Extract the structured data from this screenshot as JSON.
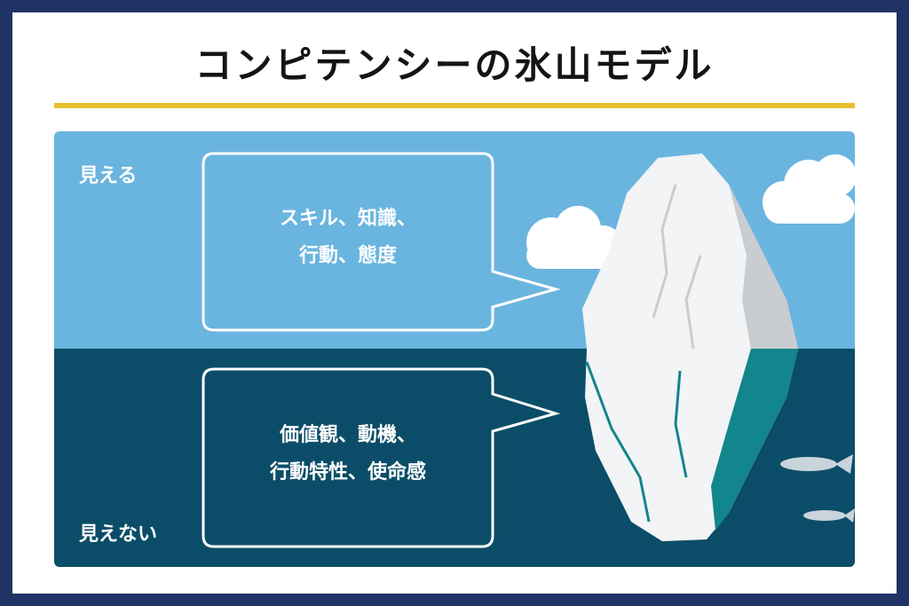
{
  "title": "コンピテンシーの氷山モデル",
  "labels": {
    "visible": "見える",
    "invisible": "見えない"
  },
  "callouts": {
    "above": {
      "line1": "スキル、知識、",
      "line2": "行動、態度"
    },
    "below": {
      "line1": "価値観、動機、",
      "line2": "行動特性、使命感"
    }
  },
  "colors": {
    "frame": "#1f3464",
    "accent_rule": "#e8c12f",
    "sky": "#6ab5df",
    "sea": "#0b4d68",
    "iceberg": "#f2f4f5",
    "iceberg_shadow_above": "#c9cdd0",
    "iceberg_shadow_below": "#13858c"
  }
}
